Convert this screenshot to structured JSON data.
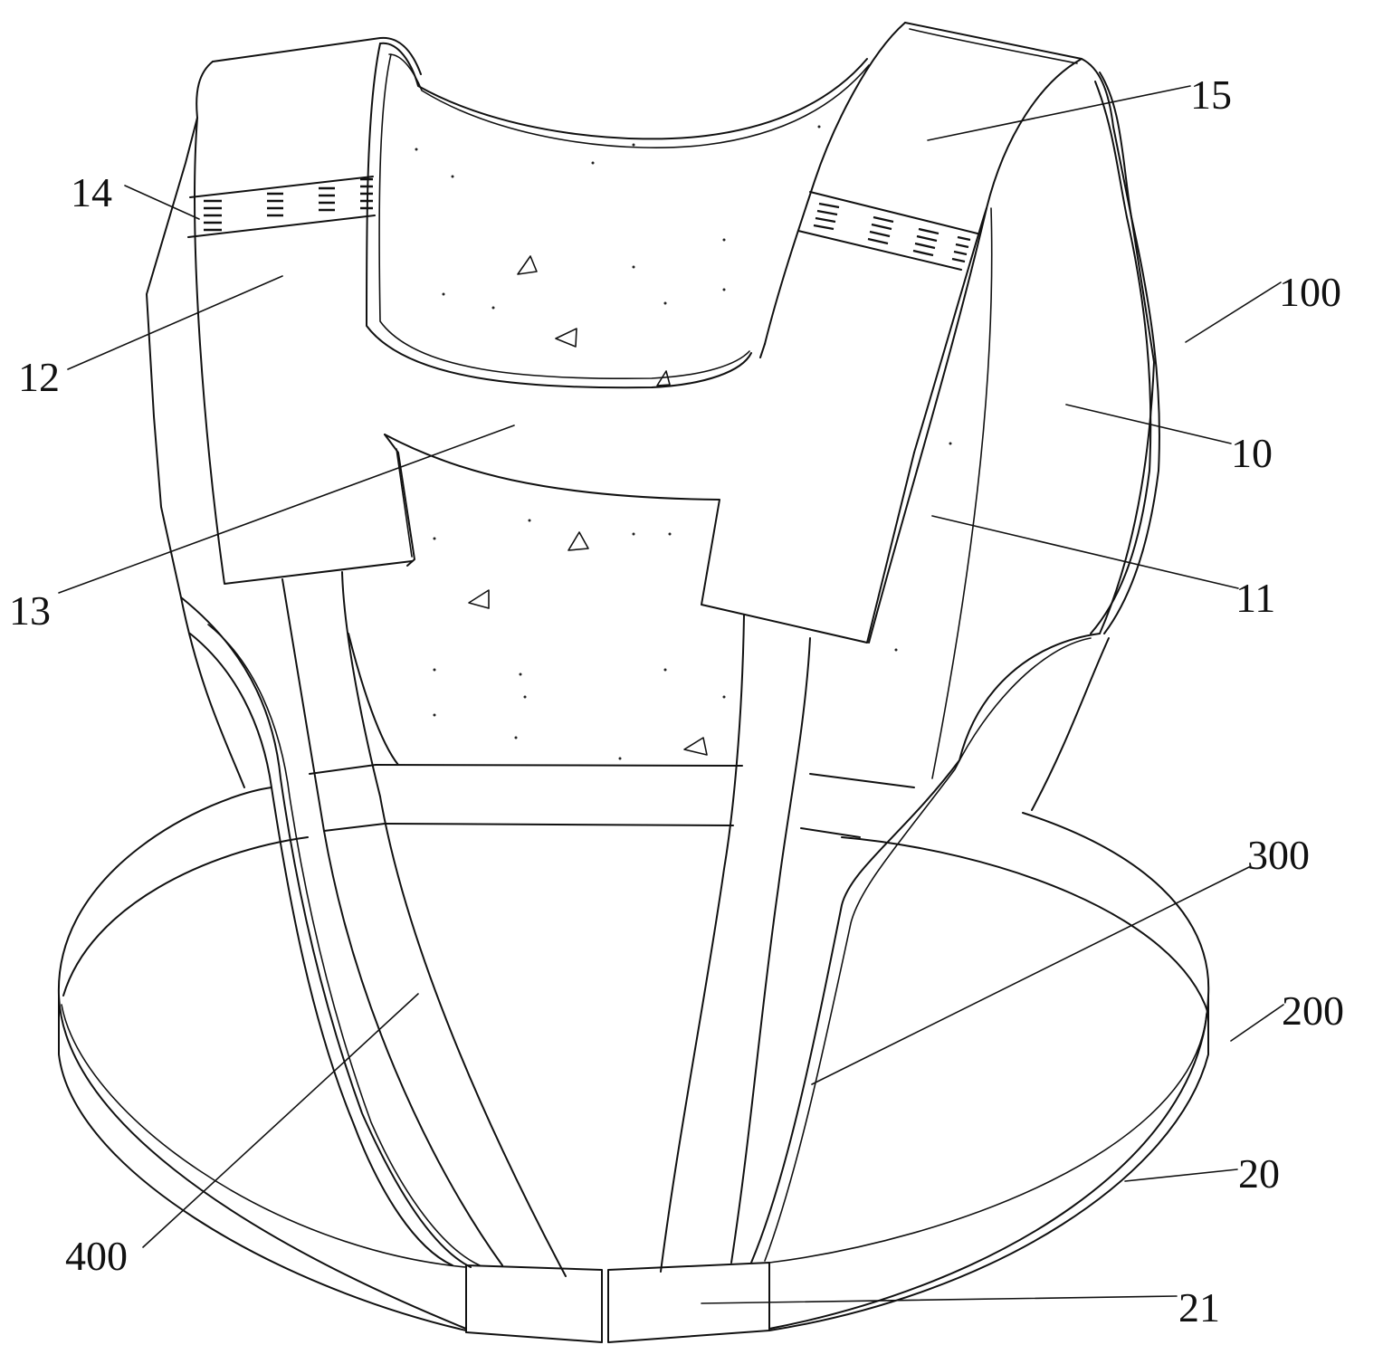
{
  "labels": {
    "l14": "14",
    "l12": "12",
    "l13": "13",
    "l15": "15",
    "l100": "100",
    "l10": "10",
    "l11": "11",
    "l300": "300",
    "l200": "200",
    "l20": "20",
    "l400": "400",
    "l21": "21"
  },
  "colors": {
    "stroke": "#111111",
    "background": "#ffffff"
  }
}
